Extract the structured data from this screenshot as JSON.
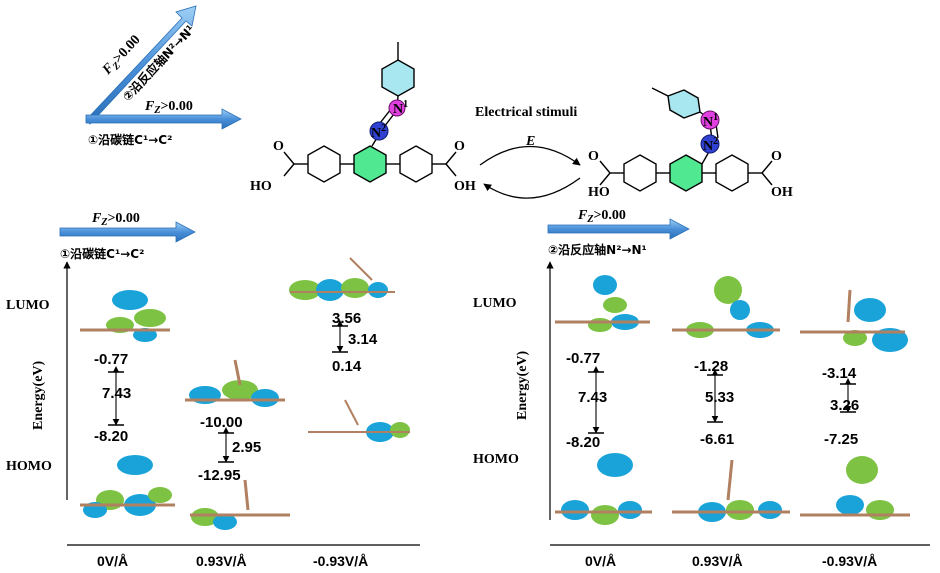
{
  "top": {
    "diag_arrow": {
      "label_fz": "F",
      "label_sub": "Z",
      "label_gt": ">0.00",
      "label_axis": "②沿反应轴N²→N¹"
    },
    "horiz_arrow": {
      "label_fz": "F",
      "label_sub": "Z",
      "label_gt": ">0.00",
      "label_chain": "①沿碳链C¹→C²"
    },
    "stimuli_label": "Electrical stimuli",
    "e_label": "E",
    "molecule_left": {
      "ho_left": "HO",
      "o_left": "O",
      "o_right": "O",
      "oh_right": "OH",
      "n1": "N",
      "n1_sup": "1",
      "n2": "N",
      "n2_sup": "2"
    },
    "molecule_right": {
      "ho_left": "HO",
      "o_left": "O",
      "o_right": "O",
      "oh_right": "OH",
      "n1": "N",
      "n1_sup": "1",
      "n2": "N",
      "n2_sup": "2"
    }
  },
  "left_panel": {
    "field_arrow": {
      "label_fz": "F",
      "label_sub": "Z",
      "label_gt": ">0.00",
      "label_chain": "①沿碳链C¹→C²"
    },
    "lumo_label": "LUMO",
    "homo_label": "HOMO",
    "ylabel": "Energy(eV)",
    "columns": [
      {
        "x_label": "0V/Å",
        "lumo": "-0.77",
        "gap": "7.43",
        "homo": "-8.20"
      },
      {
        "x_label": "0.93V/Å",
        "lumo": "-10.00",
        "gap": "2.95",
        "homo": "-12.95"
      },
      {
        "x_label": "-0.93V/Å",
        "lumo": "3.56",
        "gap": "3.14",
        "homo": "0.14"
      }
    ]
  },
  "right_panel": {
    "field_arrow": {
      "label_fz": "F",
      "label_sub": "Z",
      "label_gt": ">0.00",
      "label_axis": "②沿反应轴N²→N¹"
    },
    "lumo_label": "LUMO",
    "homo_label": "HOMO",
    "ylabel": "Energy(eV)",
    "columns": [
      {
        "x_label": "0V/Å",
        "lumo": "-0.77",
        "gap": "7.43",
        "homo": "-8.20"
      },
      {
        "x_label": "0.93V/Å",
        "lumo": "-1.28",
        "gap": "5.33",
        "homo": "-6.61"
      },
      {
        "x_label": "-0.93V/Å",
        "lumo": "-3.14",
        "gap": "3.26",
        "homo": "-7.25"
      }
    ]
  },
  "colors": {
    "arrow_blue": "#4a90d9",
    "orbital_green": "#7dc242",
    "orbital_blue": "#1aa3d9",
    "n1_magenta": "#e040e0",
    "n2_blue": "#3040d0",
    "ring_cyan": "#a8e6f0",
    "ring_green": "#50e890"
  }
}
